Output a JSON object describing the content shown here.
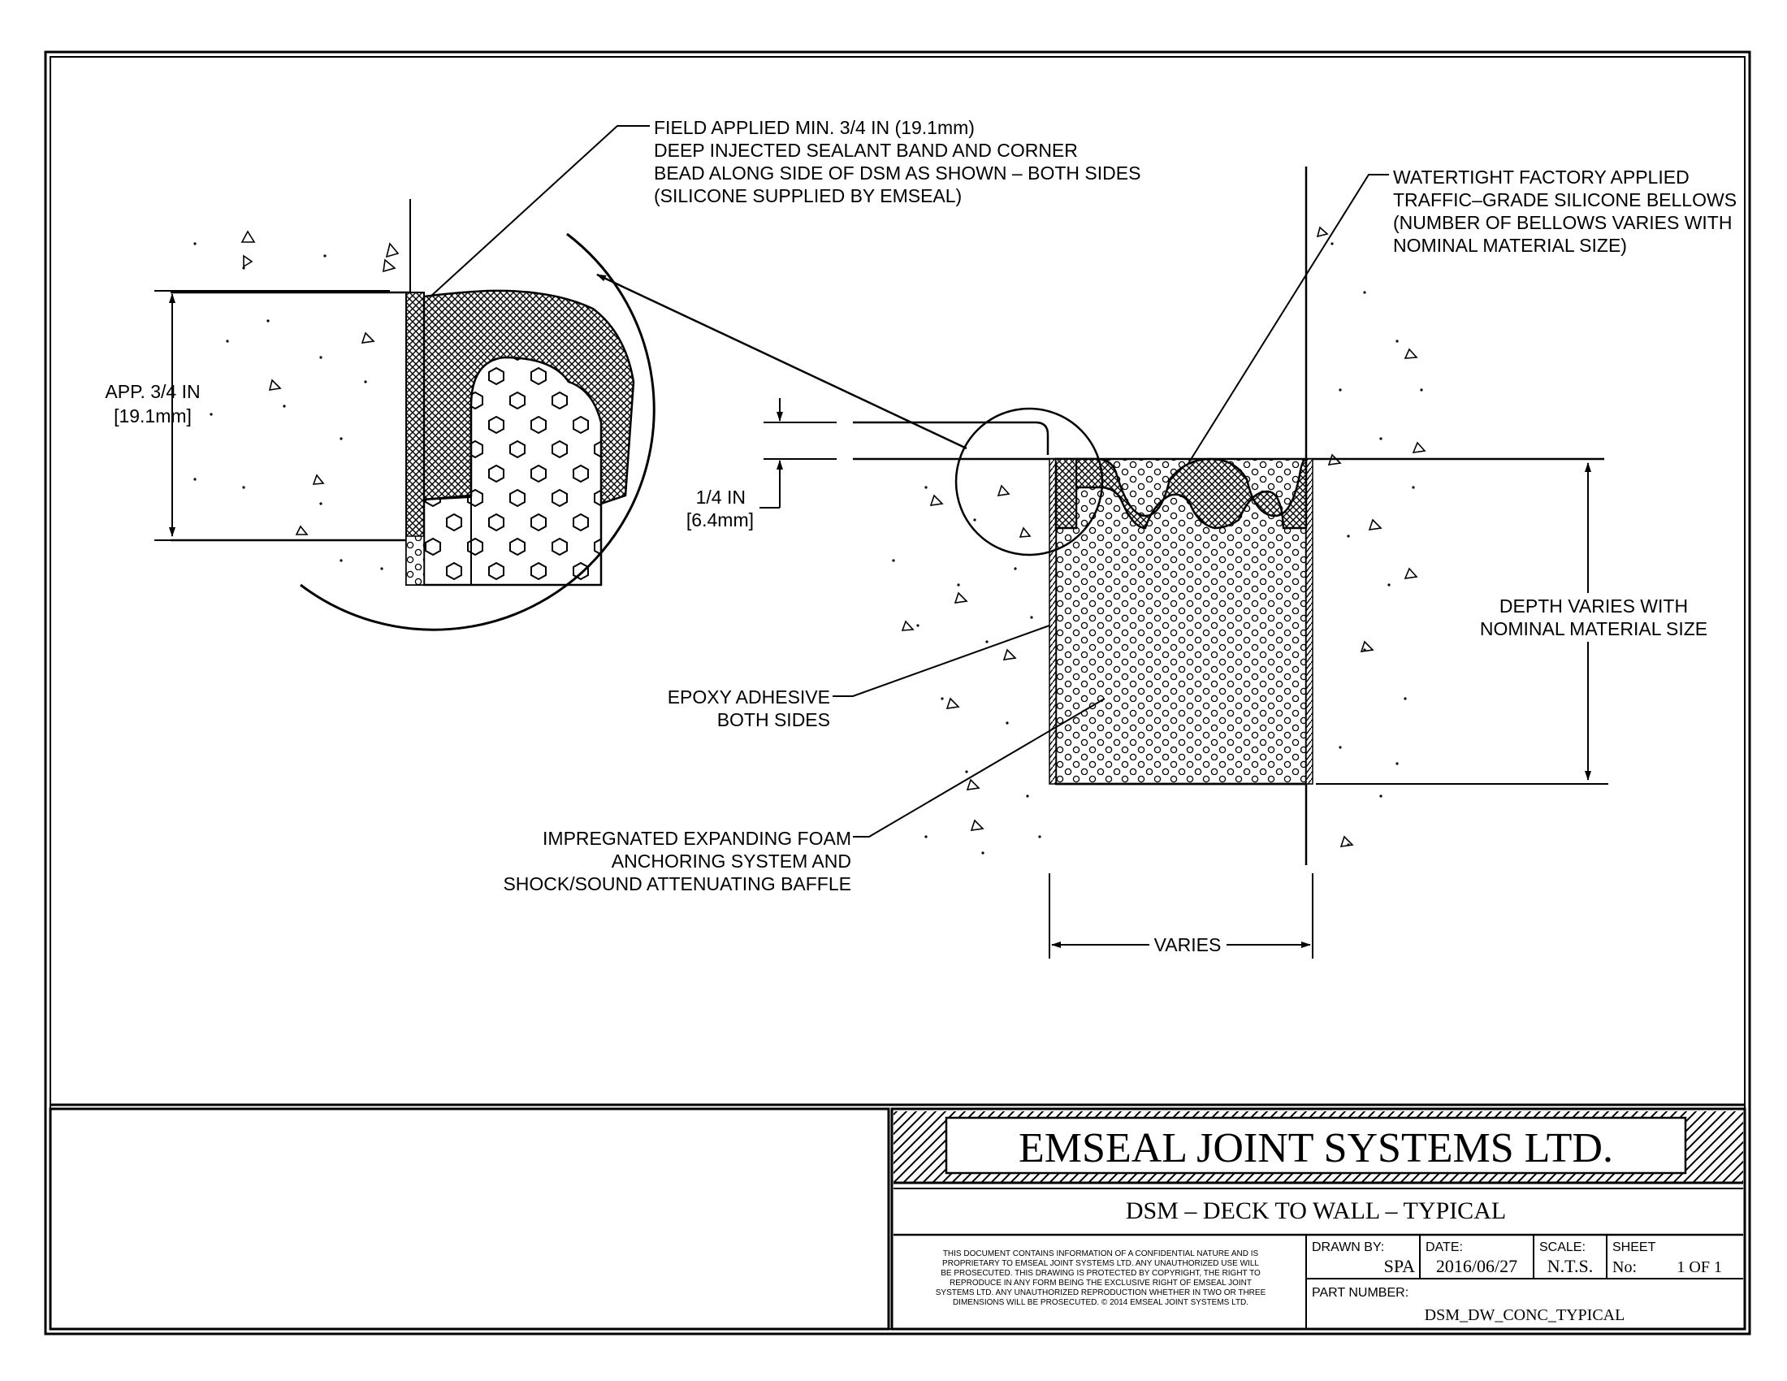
{
  "callouts": {
    "sealant_band": [
      "FIELD APPLIED MIN. 3/4 IN (19.1mm)",
      "DEEP INJECTED SEALANT BAND AND CORNER",
      "BEAD ALONG SIDE OF DSM AS SHOWN – BOTH SIDES",
      "(SILICONE SUPPLIED BY EMSEAL)"
    ],
    "bellows": [
      "WATERTIGHT FACTORY APPLIED",
      "TRAFFIC–GRADE SILICONE BELLOWS",
      "(NUMBER OF BELLOWS VARIES WITH",
      "NOMINAL MATERIAL SIZE)"
    ],
    "epoxy": [
      "EPOXY ADHESIVE",
      "BOTH SIDES"
    ],
    "foam": [
      "IMPREGNATED EXPANDING FOAM",
      "ANCHORING SYSTEM AND",
      "SHOCK/SOUND ATTENUATING BAFFLE"
    ]
  },
  "dimensions": {
    "detail_depth": [
      "APP. 3/4 IN",
      "[19.1mm]"
    ],
    "recess": [
      "1/4 IN",
      "[6.4mm]"
    ],
    "depth": [
      "DEPTH VARIES WITH",
      "NOMINAL MATERIAL SIZE"
    ],
    "width": "VARIES"
  },
  "title_block": {
    "company": "EMSEAL JOINT SYSTEMS LTD.",
    "drawing_title": "DSM – DECK TO WALL – TYPICAL",
    "notice": [
      "THIS DOCUMENT CONTAINS INFORMATION OF A CONFIDENTIAL NATURE AND IS",
      "PROPRIETARY TO EMSEAL JOINT SYSTEMS LTD. ANY UNAUTHORIZED USE WILL",
      "BE PROSECUTED. THIS DRAWING IS PROTECTED BY COPYRIGHT, THE RIGHT TO",
      "REPRODUCE IN ANY FORM BEING THE EXCLUSIVE RIGHT OF EMSEAL JOINT",
      "SYSTEMS LTD. ANY UNAUTHORIZED REPRODUCTION WHETHER IN TWO OR THREE",
      "DIMENSIONS WILL BE PROSECUTED. © 2014 EMSEAL JOINT SYSTEMS LTD."
    ],
    "drawn_by_label": "DRAWN BY:",
    "drawn_by": "SPA",
    "date_label": "DATE:",
    "date": "2016/06/27",
    "scale_label": "SCALE:",
    "scale": "N.T.S.",
    "sheet_label": "SHEET",
    "sheet_no_label": "No:",
    "sheet_no": "1 OF 1",
    "part_number_label": "PART NUMBER:",
    "part_number": "DSM_DW_CONC_TYPICAL"
  }
}
